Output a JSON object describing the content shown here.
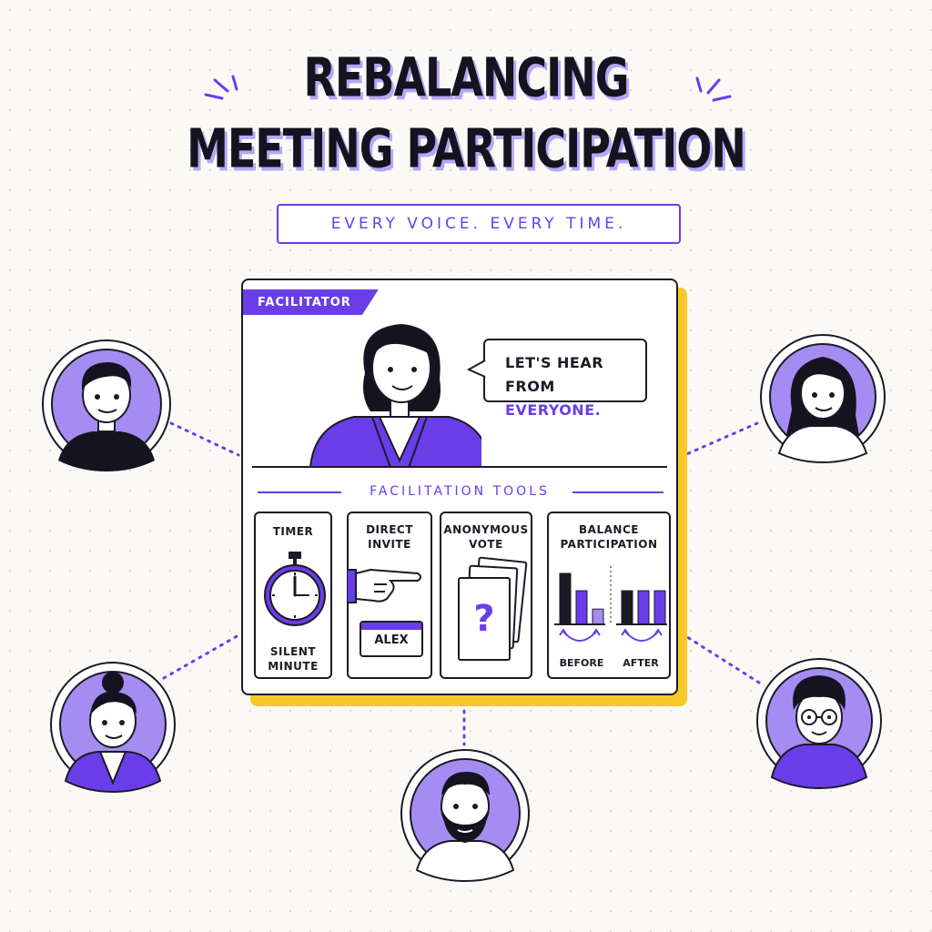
{
  "title_line1": "REBALANCING",
  "title_line2": "MEETING PARTICIPATION",
  "tagline": "EVERY VOICE. EVERY TIME.",
  "facilitator": {
    "tag": "FACILITATOR",
    "speech_line1": "LET'S HEAR",
    "speech_line2_prefix": "FROM ",
    "speech_line2_highlight": "EVERYONE."
  },
  "tools": {
    "title": "FACILITATION TOOLS",
    "timer": {
      "label": "TIMER",
      "caption_line1": "SILENT",
      "caption_line2": "MINUTE"
    },
    "direct_invite": {
      "label_line1": "DIRECT",
      "label_line2": "INVITE",
      "name": "ALEX"
    },
    "anonymous_vote": {
      "label_line1": "ANONYMOUS",
      "label_line2": "VOTE",
      "symbol": "?"
    },
    "balance": {
      "label_line1": "BALANCE",
      "label_line2": "PARTICIPATION",
      "before_label": "BEFORE",
      "after_label": "AFTER",
      "before_levels": [
        1.0,
        0.66,
        0.3
      ],
      "after_levels": [
        0.66,
        0.66,
        0.66
      ]
    }
  },
  "colors": {
    "accent": "#6a3de8",
    "accent_light": "#a58cf2",
    "ink": "#1c1a26",
    "highlight": "#f7c928"
  },
  "icons": [
    "stopwatch-icon",
    "pointing-hand-icon",
    "question-cards-icon",
    "bar-chart-icon",
    "up-down-arrow-icon"
  ]
}
